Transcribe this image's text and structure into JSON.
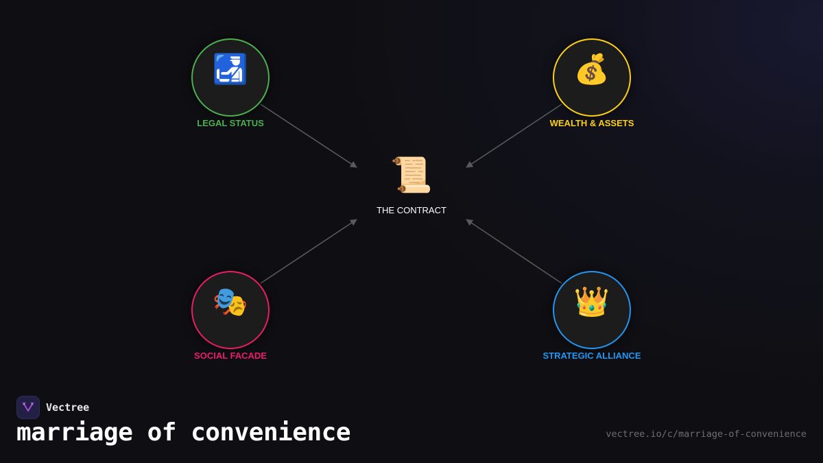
{
  "diagram": {
    "center": {
      "label": "THE CONTRACT",
      "icon": "scroll-icon",
      "glyph": "📜"
    },
    "nodes": [
      {
        "id": "legal",
        "label": "LEGAL STATUS",
        "icon": "customs-officer-icon",
        "glyph": "🛃",
        "color": "#4caf50"
      },
      {
        "id": "wealth",
        "label": "WEALTH & ASSETS",
        "icon": "money-bag-icon",
        "glyph": "💰",
        "color": "#fdd017"
      },
      {
        "id": "social",
        "label": "SOCIAL FACADE",
        "icon": "theater-masks-icon",
        "glyph": "🎭",
        "color": "#e91e63"
      },
      {
        "id": "alliance",
        "label": "STRATEGIC ALLIANCE",
        "icon": "crown-icon",
        "glyph": "👑",
        "color": "#2196f3"
      }
    ],
    "edges": [
      {
        "from": "legal",
        "to": "center"
      },
      {
        "from": "wealth",
        "to": "center"
      },
      {
        "from": "social",
        "to": "center"
      },
      {
        "from": "alliance",
        "to": "center"
      }
    ],
    "edge_color": "#5a5a5a"
  },
  "footer": {
    "brand_name": "Vectree",
    "title": "marriage of convenience",
    "url": "vectree.io/c/marriage-of-convenience"
  }
}
